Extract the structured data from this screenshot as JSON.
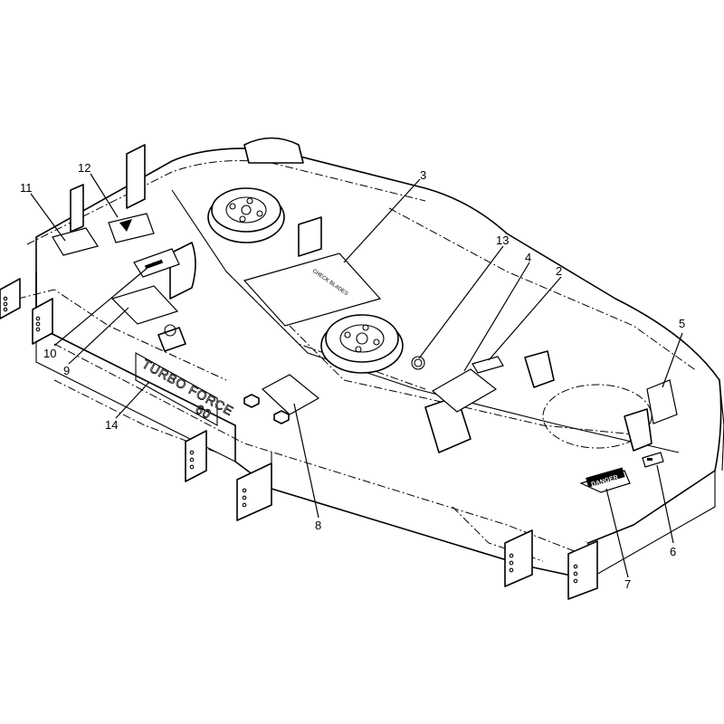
{
  "diagram": {
    "callouts": [
      {
        "id": "1",
        "label": "11"
      },
      {
        "id": "2",
        "label": "12"
      },
      {
        "id": "3",
        "label": "3"
      },
      {
        "id": "4",
        "label": "13"
      },
      {
        "id": "5",
        "label": "4"
      },
      {
        "id": "6",
        "label": "2"
      },
      {
        "id": "7",
        "label": "5"
      },
      {
        "id": "8",
        "label": "10"
      },
      {
        "id": "9",
        "label": "9"
      },
      {
        "id": "10",
        "label": "14"
      },
      {
        "id": "11",
        "label": "8"
      },
      {
        "id": "12",
        "label": "6"
      },
      {
        "id": "13",
        "label": "7"
      }
    ],
    "embossed_text": {
      "line1": "TURBO FORCE",
      "line2": "60"
    },
    "danger_decal_text": "DANGER"
  },
  "colors": {
    "line": "#000000",
    "background": "#ffffff"
  }
}
